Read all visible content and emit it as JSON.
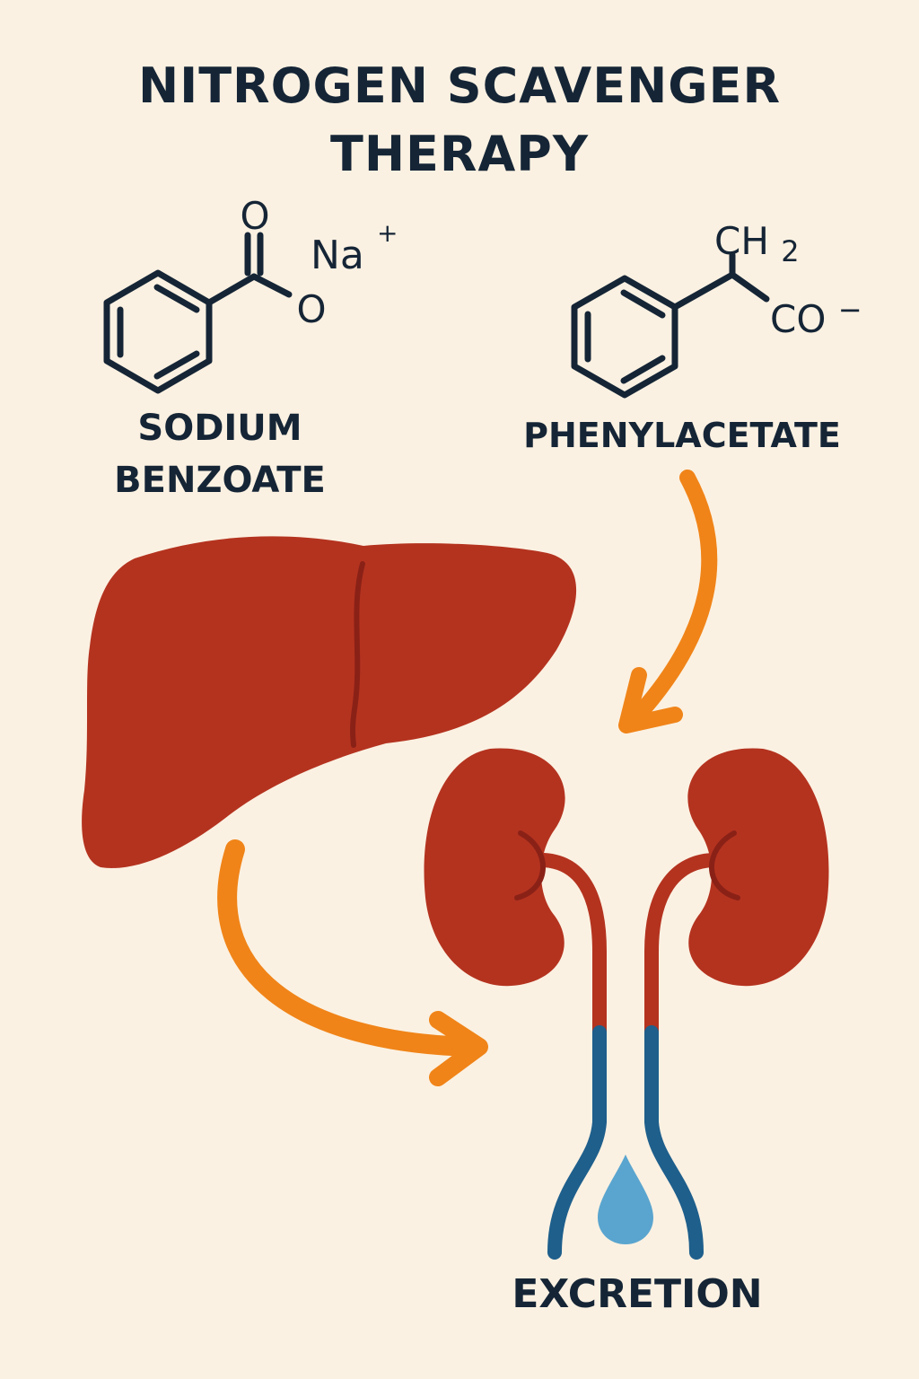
{
  "title": {
    "line1": "NITROGEN SCAVENGER",
    "line2": "THERAPY"
  },
  "sodium_benzoate": {
    "label_line1": "SODIUM",
    "label_line2": "BENZOATE",
    "atom_o_top": "O",
    "atom_o_bottom": "O",
    "atom_na": "Na",
    "charge_plus": "+"
  },
  "phenylacetate": {
    "label": "PHENYLACETATE",
    "group_ch": "CH",
    "group_ch_sub": "2",
    "group_co": "CO",
    "charge_minus": "−"
  },
  "excretion": {
    "label": "EXCRETION"
  },
  "colors": {
    "background": "#fbf1e2",
    "text": "#152536",
    "organ": "#b4331f",
    "organ_dark": "#8a2117",
    "arrow": "#f08418",
    "ureter_blue": "#1e5f8c",
    "drop": "#5aa5cf"
  },
  "icons": [
    "benzene-ring-icon",
    "liver-icon",
    "kidney-icon",
    "ureter-icon",
    "droplet-icon",
    "flow-arrow-icon"
  ]
}
